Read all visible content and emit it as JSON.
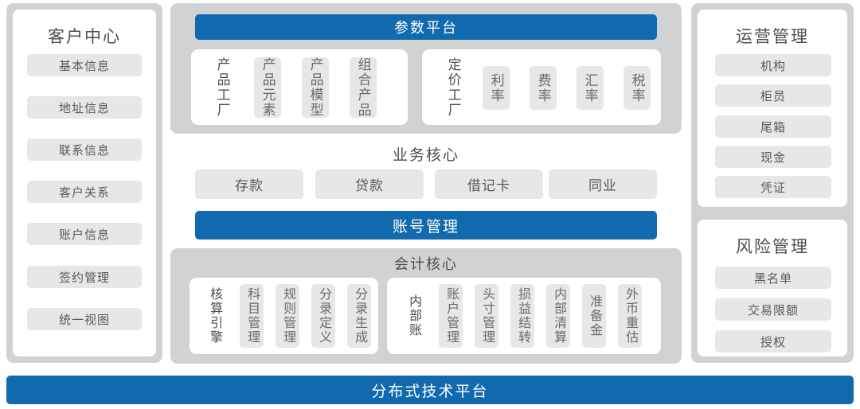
{
  "left_panel": {
    "title": "客户中心",
    "items": [
      {
        "label": "基本信息"
      },
      {
        "label": "地址信息"
      },
      {
        "label": "联系信息"
      },
      {
        "label": "客户关系"
      },
      {
        "label": "账户信息"
      },
      {
        "label": "签约管理"
      },
      {
        "label": "统一视图"
      }
    ]
  },
  "middle": {
    "param_platform": {
      "title": "参数平台",
      "group_product": {
        "label": "产品工厂",
        "items": [
          {
            "label": "产品元素"
          },
          {
            "label": "产品模型"
          },
          {
            "label": "组合产品"
          }
        ]
      },
      "group_pricing": {
        "label": "定价工厂",
        "items": [
          {
            "label": "利率"
          },
          {
            "label": "费率"
          },
          {
            "label": "汇率"
          },
          {
            "label": "税率"
          }
        ]
      }
    },
    "business_core": {
      "title": "业务核心",
      "items": [
        {
          "label": "存款"
        },
        {
          "label": "贷款"
        },
        {
          "label": "借记卡"
        },
        {
          "label": "同业"
        }
      ],
      "account_bar": "账号管理"
    },
    "accounting_core": {
      "title": "会计核心",
      "group_engine": {
        "label": "核算引擎",
        "items": [
          {
            "label": "科目管理"
          },
          {
            "label": "规则管理"
          },
          {
            "label": "分录定义"
          },
          {
            "label": "分录生成"
          }
        ]
      },
      "group_internal": {
        "label": "内部账",
        "items": [
          {
            "label": "账户管理"
          },
          {
            "label": "头寸管理"
          },
          {
            "label": "损益结转"
          },
          {
            "label": "内部清算"
          },
          {
            "label": "准备金"
          },
          {
            "label": "外币重估"
          }
        ]
      }
    }
  },
  "right_panels": {
    "operations": {
      "title": "运营管理",
      "items": [
        {
          "label": "机构"
        },
        {
          "label": "柜员"
        },
        {
          "label": "尾箱"
        },
        {
          "label": "现金"
        },
        {
          "label": "凭证"
        }
      ]
    },
    "risk": {
      "title": "风险管理",
      "items": [
        {
          "label": "黑名单"
        },
        {
          "label": "交易限额"
        },
        {
          "label": "授权"
        }
      ]
    }
  },
  "bottom_bar": {
    "label": "分布式技术平台"
  },
  "colors": {
    "accent_blue": "#1169ae",
    "panel_gray": "#d0d2d3",
    "chip_gray": "#e6e7e8",
    "text_dark": "#4d4d4f",
    "text_chip": "#6a6a6c",
    "card_white": "#ffffff"
  }
}
